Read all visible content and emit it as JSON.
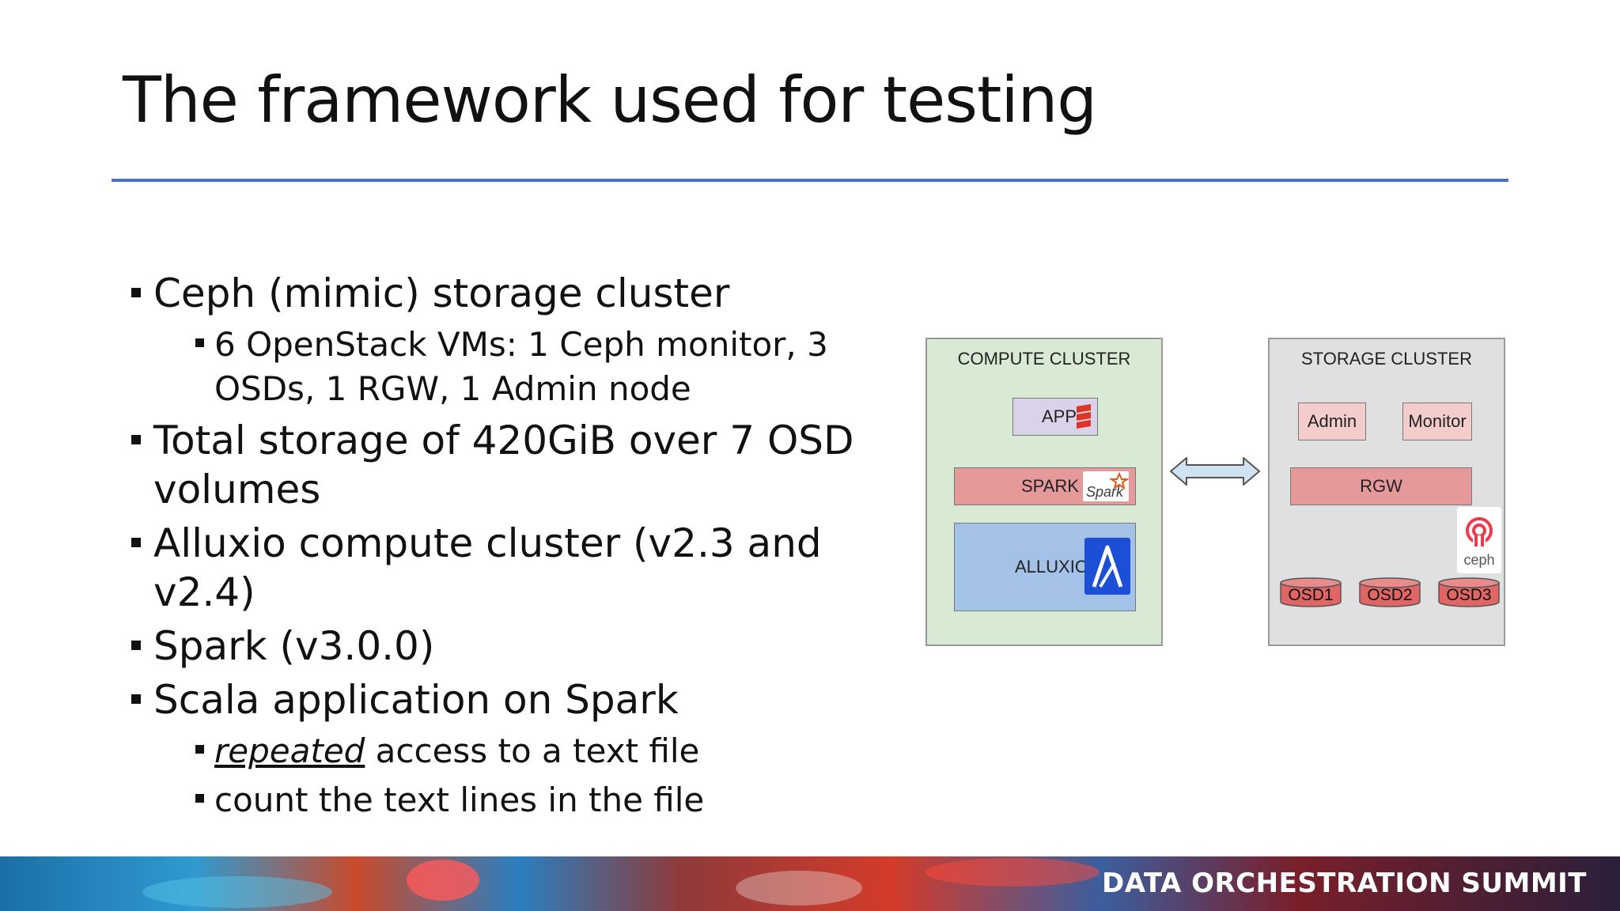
{
  "slide": {
    "title": "The framework used for testing"
  },
  "bullets": [
    {
      "level": 1,
      "text": "Ceph (mimic) storage cluster"
    },
    {
      "level": 2,
      "text": "6 OpenStack VMs: 1 Ceph monitor, 3 OSDs, 1 RGW, 1 Admin node"
    },
    {
      "level": 1,
      "text": "Total storage of 420GiB over 7 OSD volumes"
    },
    {
      "level": 1,
      "text": "Alluxio compute cluster (v2.3 and v2.4)"
    },
    {
      "level": 1,
      "text": "Spark (v3.0.0)"
    },
    {
      "level": 1,
      "text": "Scala application on Spark"
    },
    {
      "level": 2,
      "emphasis": "repeated",
      "text": " access to a text file"
    },
    {
      "level": 2,
      "text": "count the text lines in the file"
    }
  ],
  "diagram": {
    "compute": {
      "title": "COMPUTE CLUSTER",
      "app": "APP",
      "spark": "SPARK",
      "spark_logo_text": "Spark",
      "alluxio": "ALLUXIO",
      "color": "#d8ead3"
    },
    "storage": {
      "title": "STORAGE CLUSTER",
      "admin": "Admin",
      "monitor": "Monitor",
      "rgw": "RGW",
      "ceph_logo_text": "ceph",
      "osds": [
        "OSD1",
        "OSD2",
        "OSD3"
      ],
      "color": "#e0e0e0"
    }
  },
  "footer": {
    "text": "DATA ORCHESTRATION SUMMIT"
  }
}
